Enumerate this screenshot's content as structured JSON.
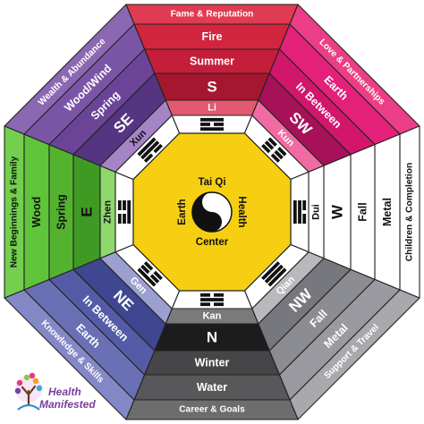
{
  "center": {
    "lines": [
      "Tai Qi",
      "Health",
      "Earth",
      "Center"
    ],
    "symbol": "yin-yang-icon",
    "fill": "#f6cf12"
  },
  "sectors": [
    {
      "id": "s",
      "colors": {
        "ring0": "#e03b52",
        "ring1": "#d3253e",
        "ring2": "#c41e3a",
        "ring3": "#a5172e",
        "light": "#e25a70",
        "text": "#ffffff",
        "darkText": "#ffffff"
      },
      "bands": [
        "Fame & Reputation",
        "Fire",
        "Summer",
        "S",
        "Li"
      ]
    },
    {
      "id": "sw",
      "colors": {
        "ring0": "#ec3e86",
        "ring1": "#e3217a",
        "ring2": "#d1166c",
        "ring3": "#a7115a",
        "light": "#f06aa3",
        "text": "#ffffff",
        "darkText": "#ffffff"
      },
      "bands": [
        "Love & Partnerships",
        "Earth",
        "In Between",
        "SW",
        "Kun"
      ]
    },
    {
      "id": "w",
      "colors": {
        "ring0": "#ffffff",
        "ring1": "#ffffff",
        "ring2": "#ffffff",
        "ring3": "#ffffff",
        "light": "#ffffff",
        "text": "#111111",
        "darkText": "#111111"
      },
      "bands": [
        "Children & Completion",
        "Metal",
        "Fall",
        "W",
        "Dui"
      ]
    },
    {
      "id": "nw",
      "colors": {
        "ring0": "#a8a8ad",
        "ring1": "#9a9aa0",
        "ring2": "#8c8c93",
        "ring3": "#77777e",
        "light": "#b8b8bd",
        "text": "#ffffff",
        "darkText": "#ffffff"
      },
      "bands": [
        "Support & Travel",
        "Metal",
        "Fall",
        "NW",
        "Qian"
      ]
    },
    {
      "id": "n",
      "colors": {
        "ring0": "#6d6d6f",
        "ring1": "#58585a",
        "ring2": "#464648",
        "ring3": "#1c1c1e",
        "light": "#7a7a7c",
        "text": "#ffffff",
        "darkText": "#ffffff"
      },
      "bands": [
        "Career & Goals",
        "Water",
        "Winter",
        "N",
        "Kan"
      ]
    },
    {
      "id": "ne",
      "colors": {
        "ring0": "#8488c4",
        "ring1": "#6a70b4",
        "ring2": "#545ca8",
        "ring3": "#3f4790",
        "light": "#9ca0d0",
        "text": "#ffffff",
        "darkText": "#ffffff"
      },
      "bands": [
        "Knowledge & Skills",
        "Earth",
        "In Between",
        "NE",
        "Gen"
      ]
    },
    {
      "id": "e",
      "colors": {
        "ring0": "#73cf4d",
        "ring1": "#5fc43a",
        "ring2": "#53b32f",
        "ring3": "#3f9a23",
        "light": "#8ed86e",
        "text": "#111111",
        "darkText": "#111111"
      },
      "bands": [
        "New Beginnings & Family",
        "Wood",
        "Spring",
        "E",
        "Zhen"
      ]
    },
    {
      "id": "se",
      "colors": {
        "ring0": "#8c68b2",
        "ring1": "#7a55a6",
        "ring2": "#6b4497",
        "ring3": "#553582",
        "light": "#a584c6",
        "text": "#ffffff",
        "darkText": "#111111"
      },
      "bands": [
        "Wealth & Abundance",
        "Wood/Wind",
        "Spring",
        "SE",
        "Xun"
      ]
    }
  ],
  "trigrams": [
    {
      "sector": "s",
      "lines": [
        1,
        0,
        1
      ]
    },
    {
      "sector": "sw",
      "lines": [
        0,
        0,
        0
      ]
    },
    {
      "sector": "w",
      "lines": [
        0,
        1,
        1
      ]
    },
    {
      "sector": "nw",
      "lines": [
        1,
        1,
        1
      ]
    },
    {
      "sector": "n",
      "lines": [
        0,
        1,
        0
      ]
    },
    {
      "sector": "ne",
      "lines": [
        1,
        0,
        0
      ]
    },
    {
      "sector": "e",
      "lines": [
        0,
        0,
        1
      ]
    },
    {
      "sector": "se",
      "lines": [
        1,
        1,
        0
      ]
    }
  ],
  "logo": {
    "line1": "Health",
    "line2": "Manifested",
    "mark": "tree-of-life-icon",
    "color": "#7a3e9c"
  }
}
